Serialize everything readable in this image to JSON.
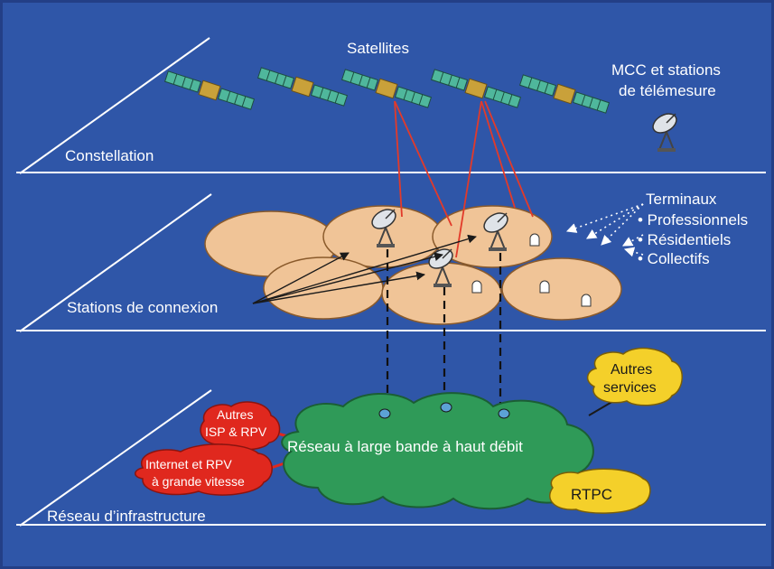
{
  "colors": {
    "background": "#2f56a8",
    "frame": "#233f86",
    "plane_line": "#ffffff",
    "coverage_fill": "#f0c497",
    "coverage_stroke": "#8a5a2b",
    "cloud_fill": "#2f9a58",
    "cloud_stroke": "#1b5e34",
    "red_bubble": "#e0281e",
    "yellow_bubble": "#f4d02a",
    "link_red": "#e23a2a",
    "text_white": "#ffffff",
    "text_dark": "#1a1a1a"
  },
  "layers": {
    "constellation": "Constellation",
    "stations": "Stations de connexion",
    "infrastructure": "Réseau d’infrastructure"
  },
  "satellites": {
    "title": "Satellites",
    "icon": "satellite-icon"
  },
  "mcc": {
    "line1": "MCC et stations",
    "line2": "de télémesure",
    "icon": "telemetry-dish-icon"
  },
  "terminals": {
    "title": "Terminaux",
    "items": [
      "• Professionnels",
      "• Résidentiels",
      "• Collectifs"
    ],
    "icon": "user-terminal-icon"
  },
  "network": {
    "cloud_label": "Réseau à large bande à haut débit",
    "isp_line1": "Autres",
    "isp_line2": "ISP & RPV",
    "internet_line1": "Internet et RPV",
    "internet_line2": "à grande vitesse",
    "services_line1": "Autres",
    "services_line2": "services",
    "rtpc": "RTPC"
  },
  "icons": {
    "gateway": "gateway-dish-icon"
  }
}
